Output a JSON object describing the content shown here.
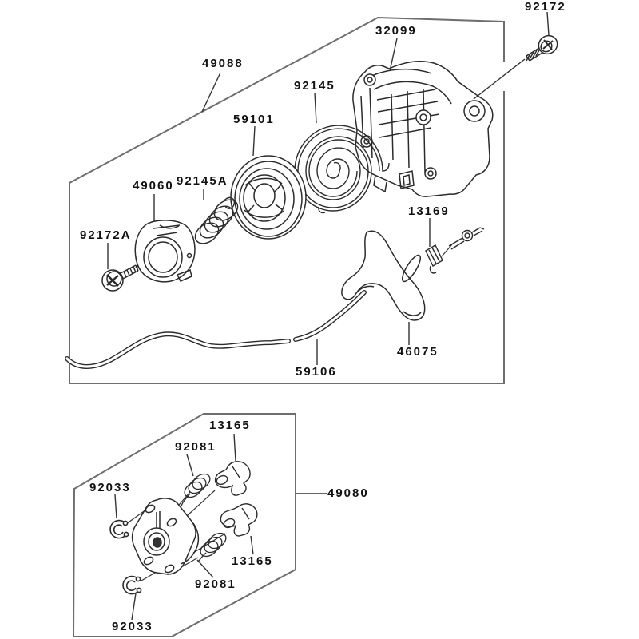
{
  "diagram": {
    "kind": "exploded-parts-diagram",
    "colors": {
      "background": "#ffffff",
      "part_line": "#2b2b2b",
      "border_line": "#6e6e6e",
      "label_text": "#111111"
    },
    "labels": [
      {
        "id": "92172",
        "text": "92172"
      },
      {
        "id": "32099",
        "text": "32099"
      },
      {
        "id": "49088",
        "text": "49088"
      },
      {
        "id": "92145",
        "text": "92145"
      },
      {
        "id": "59101",
        "text": "59101"
      },
      {
        "id": "92145A",
        "text": "92145A"
      },
      {
        "id": "49060",
        "text": "49060"
      },
      {
        "id": "13169",
        "text": "13169"
      },
      {
        "id": "92172A",
        "text": "92172A"
      },
      {
        "id": "46075",
        "text": "46075"
      },
      {
        "id": "59106",
        "text": "59106"
      },
      {
        "id": "13165_upper",
        "text": "13165"
      },
      {
        "id": "92081_upper",
        "text": "92081"
      },
      {
        "id": "92033_upper",
        "text": "92033"
      },
      {
        "id": "49080",
        "text": "49080"
      },
      {
        "id": "13165_lower",
        "text": "13165"
      },
      {
        "id": "92081_lower",
        "text": "92081"
      },
      {
        "id": "92033_lower",
        "text": "92033"
      }
    ]
  }
}
